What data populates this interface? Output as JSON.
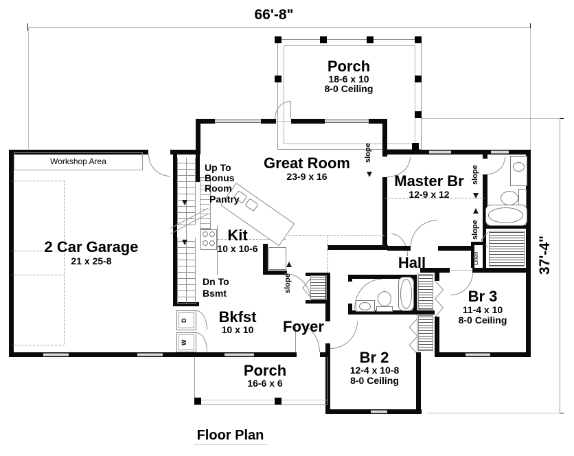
{
  "meta": {
    "title": "Floor Plan"
  },
  "dims": {
    "width": "66'-8\"",
    "depth": "37'-4\""
  },
  "rooms": {
    "porch_top": {
      "name": "Porch",
      "size": "18-6 x 10",
      "ceiling": "8-0 Ceiling"
    },
    "great": {
      "name": "Great Room",
      "size": "23-9 x 16"
    },
    "master": {
      "name": "Master Br",
      "size": "12-9 x 12"
    },
    "garage": {
      "name": "2 Car Garage",
      "size": "21 x 25-8"
    },
    "kit": {
      "name": "Kit",
      "size": "10 x 10-6"
    },
    "hall": {
      "name": "Hall"
    },
    "br3": {
      "name": "Br 3",
      "size": "11-4 x 10",
      "ceiling": "8-0 Ceiling"
    },
    "bkfst": {
      "name": "Bkfst",
      "size": "10 x 10"
    },
    "foyer": {
      "name": "Foyer"
    },
    "br2": {
      "name": "Br 2",
      "size": "12-4 x 10-8",
      "ceiling": "8-0 Ceiling"
    },
    "porch_bottom": {
      "name": "Porch",
      "size": "16-6 x 6"
    }
  },
  "annotations": {
    "workshop": "Workshop Area",
    "up_to_1": "Up To",
    "up_to_2": "Bonus",
    "up_to_3": "Room",
    "pantry": "Pantry",
    "dn_to_1": "Dn To",
    "dn_to_2": "Bsmt",
    "slope": "slope",
    "linen": "Linen",
    "washer": "W",
    "dryer": "D"
  },
  "colors": {
    "wall": "#0a0a0a",
    "line": "#979797",
    "window_fill": "#d9d9d9",
    "background": "#ffffff",
    "text": "#000000"
  }
}
